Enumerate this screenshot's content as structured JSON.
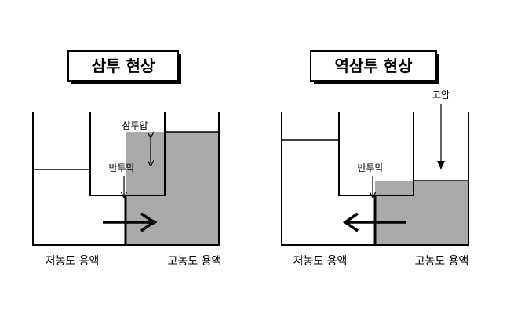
{
  "left": {
    "title": "삼투 현상",
    "pressure_label": "삼투압",
    "membrane_label": "반투막",
    "low_label": "저농도 용액",
    "high_label": "고농도 용액"
  },
  "right": {
    "title": "역삼투 현상",
    "pressure_label": "고압",
    "membrane_label": "반투막",
    "low_label": "저농도 용액",
    "high_label": "고농도 용액"
  },
  "colors": {
    "solution_fill": "#aaaaaa",
    "line": "#000000"
  }
}
